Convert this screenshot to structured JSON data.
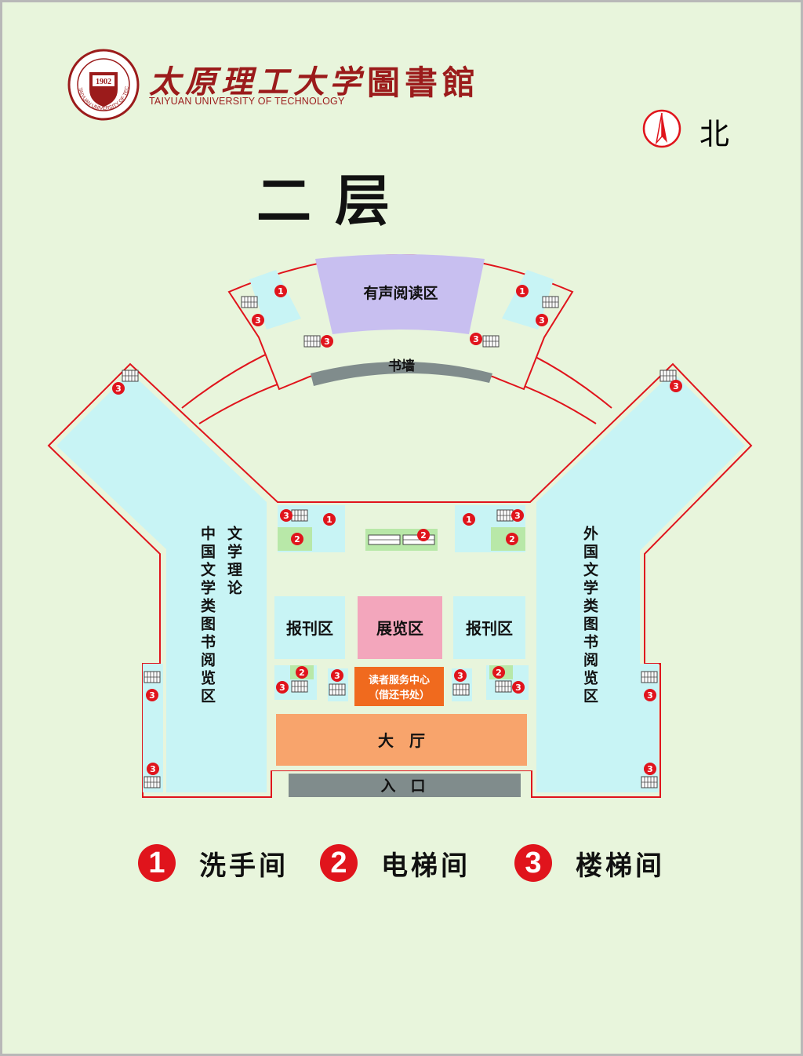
{
  "header": {
    "university_name_cn": "太原理工大学",
    "university_name_en": "TAIYUAN UNIVERSITY OF TECHNOLOGY",
    "library_name": "圖書館",
    "seal_year": "1902",
    "seal_ring_text": "TAIYUAN UNIVERSITY OF TECHNOLOGY"
  },
  "compass": {
    "label": "北",
    "icon": "north-arrow-icon"
  },
  "floor_title": "二层",
  "areas": {
    "audio_reading": "有声阅读区",
    "book_wall": "书墙",
    "literary_theory": "文学理论",
    "chinese_literature": "中国文学类图书阅览区",
    "foreign_literature": "外国文学类图书阅览区",
    "newspaper_left": "报刊区",
    "exhibition": "展览区",
    "newspaper_right": "报刊区",
    "reader_service_line1": "读者服务中心",
    "reader_service_line2": "（借还书处）",
    "hall": "大　厅",
    "entrance": "入　口"
  },
  "legend": [
    {
      "number": "1",
      "label": "洗手间"
    },
    {
      "number": "2",
      "label": "电梯间"
    },
    {
      "number": "3",
      "label": "楼梯间"
    }
  ],
  "colors": {
    "background": "#e8f5dc",
    "zone": "#c8f4f5",
    "audio_zone": "#c8bff0",
    "exhibition_zone": "#f3a6bc",
    "service_center": "#f06a1e",
    "hall": "#f8a46c",
    "book_wall": "#808c8c",
    "marker": "#e0141c",
    "outline": "#e0141c",
    "brand": "#9b1b1b"
  }
}
